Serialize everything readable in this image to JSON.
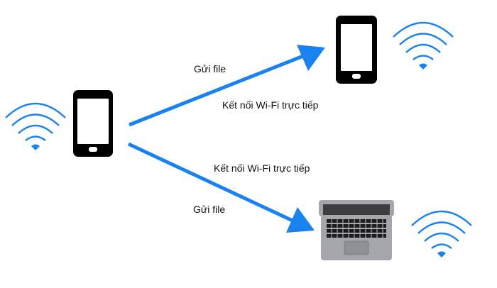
{
  "labels": {
    "top_send": "Gửi file",
    "top_conn": "Kết nối Wi-Fi trực tiếp",
    "bottom_conn": "Kết nối Wi-Fi trực tiếp",
    "bottom_send": "Gửi file"
  },
  "colors": {
    "arrow": "#1a82f0",
    "wifi": "#1a82f0",
    "phone_body": "#000000",
    "phone_screen": "#ffffff",
    "laptop_body": "#a4a6ab",
    "laptop_screen": "#3d3d40"
  },
  "icons": [
    "wifi-icon",
    "smartphone-icon",
    "laptop-icon"
  ]
}
